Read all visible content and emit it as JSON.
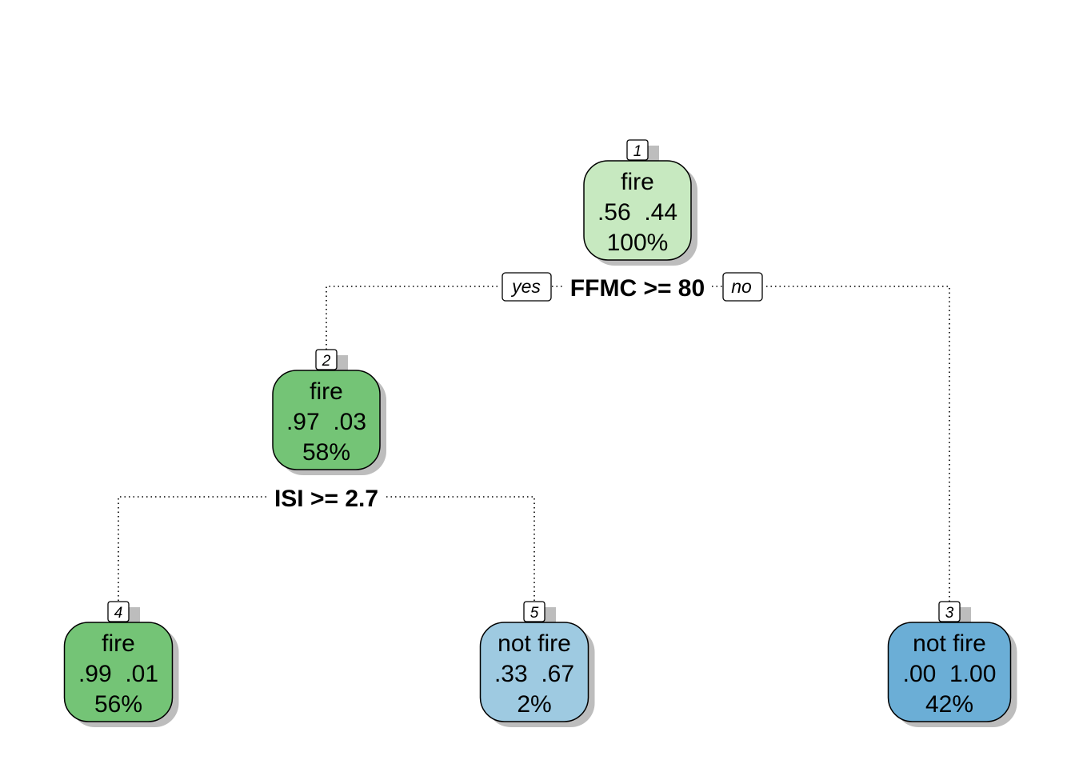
{
  "root_split": {
    "condition": "FFMC >= 80",
    "yes_label": "yes",
    "no_label": "no"
  },
  "second_split": {
    "condition": "ISI >= 2.7"
  },
  "nodes": {
    "n1": {
      "id": "1",
      "class": "fire",
      "probs": ".56  .44",
      "percent": "100%",
      "color": "#c7e9c0"
    },
    "n2": {
      "id": "2",
      "class": "fire",
      "probs": ".97  .03",
      "percent": "58%",
      "color": "#74c476"
    },
    "n4": {
      "id": "4",
      "class": "fire",
      "probs": ".99  .01",
      "percent": "56%",
      "color": "#74c476"
    },
    "n5": {
      "id": "5",
      "class": "not fire",
      "probs": ".33  .67",
      "percent": "2%",
      "color": "#9ecae1"
    },
    "n3": {
      "id": "3",
      "class": "not fire",
      "probs": ".00  1.00",
      "percent": "42%",
      "color": "#6baed6"
    }
  }
}
